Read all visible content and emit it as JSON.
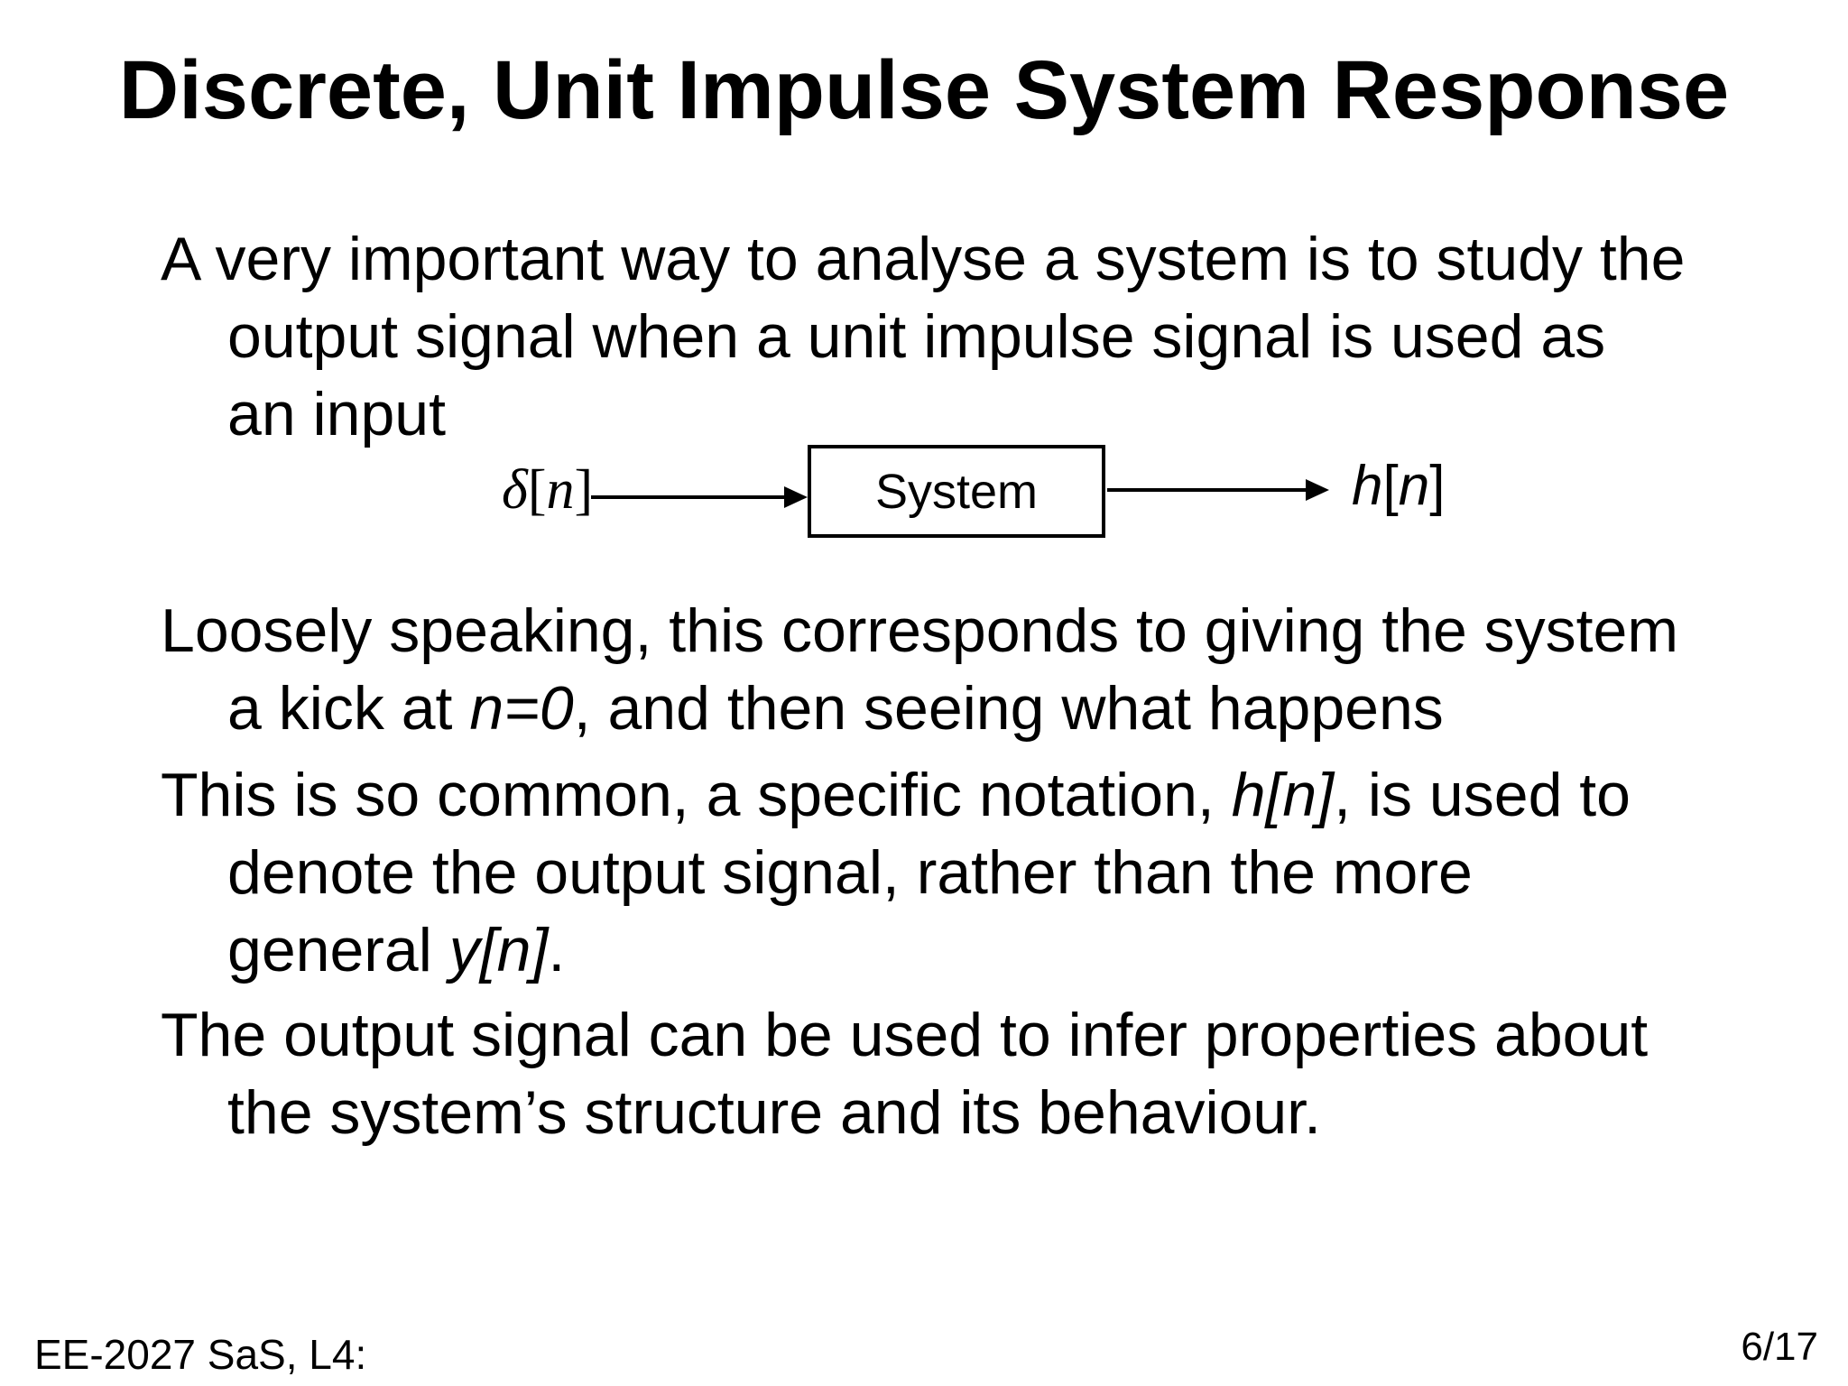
{
  "colors": {
    "text": "#000000",
    "background": "#ffffff"
  },
  "slide": {
    "title": "Discrete, Unit Impulse System Response"
  },
  "body": {
    "p1": {
      "l1": "A very important way to analyse a system is to study the",
      "l2": "output signal when a unit impulse signal is used as",
      "l3": "an input"
    },
    "p2": {
      "l1": "Loosely speaking, this corresponds to giving the system",
      "l2a": "a kick at ",
      "l2b": "n=0",
      "l2c": ", and then seeing what happens"
    },
    "p3": {
      "l1a": "This is so common, a specific notation, ",
      "l1b": "h[n]",
      "l1c": ", is used to",
      "l2": "denote the output signal, rather than the more",
      "l3a": "general ",
      "l3b": "y[n]",
      "l3c": "."
    },
    "p4": {
      "l1": "The output signal can be used to infer properties about",
      "l2": "the system’s structure and its behaviour."
    }
  },
  "diagram": {
    "box_label": "System",
    "input_label": {
      "delta": "δ",
      "open": "[",
      "n": "n",
      "close": "]"
    },
    "output_label": {
      "h": "h",
      "open": "[",
      "n": "n",
      "close": "]"
    }
  },
  "footer": {
    "course": "EE-2027 SaS, L4:",
    "page": "6/17"
  }
}
